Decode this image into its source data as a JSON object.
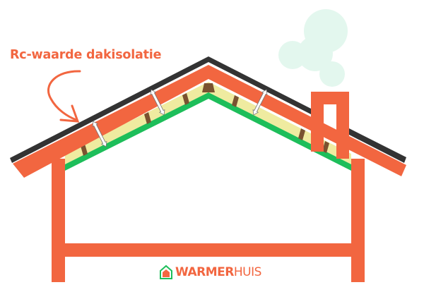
{
  "diagram": {
    "title": "Rc-waarde dakisolatie",
    "subject": "house cross-section with insulated pitched roof",
    "layers": [
      {
        "name": "roof-covering",
        "color": "#333333"
      },
      {
        "name": "roof-structure",
        "color": "#F26640"
      },
      {
        "name": "insulation",
        "color": "#EFEBA0"
      },
      {
        "name": "rafters",
        "color": "#7A5230"
      },
      {
        "name": "vapour-barrier",
        "color": "#1DBE5A"
      }
    ],
    "measure_markers": 3,
    "smoke_color": "#E3F7EE"
  },
  "logo": {
    "bold_part": "WARMER",
    "light_part": "HUIS",
    "text_color": "#F26640",
    "icon_outline_color": "#1DBE5A",
    "icon_fill_color": "#F26640"
  },
  "colors": {
    "accent": "#F26640",
    "dark": "#333333",
    "green": "#1DBE5A",
    "insulation": "#EFEBA0",
    "wood": "#7A5230"
  }
}
